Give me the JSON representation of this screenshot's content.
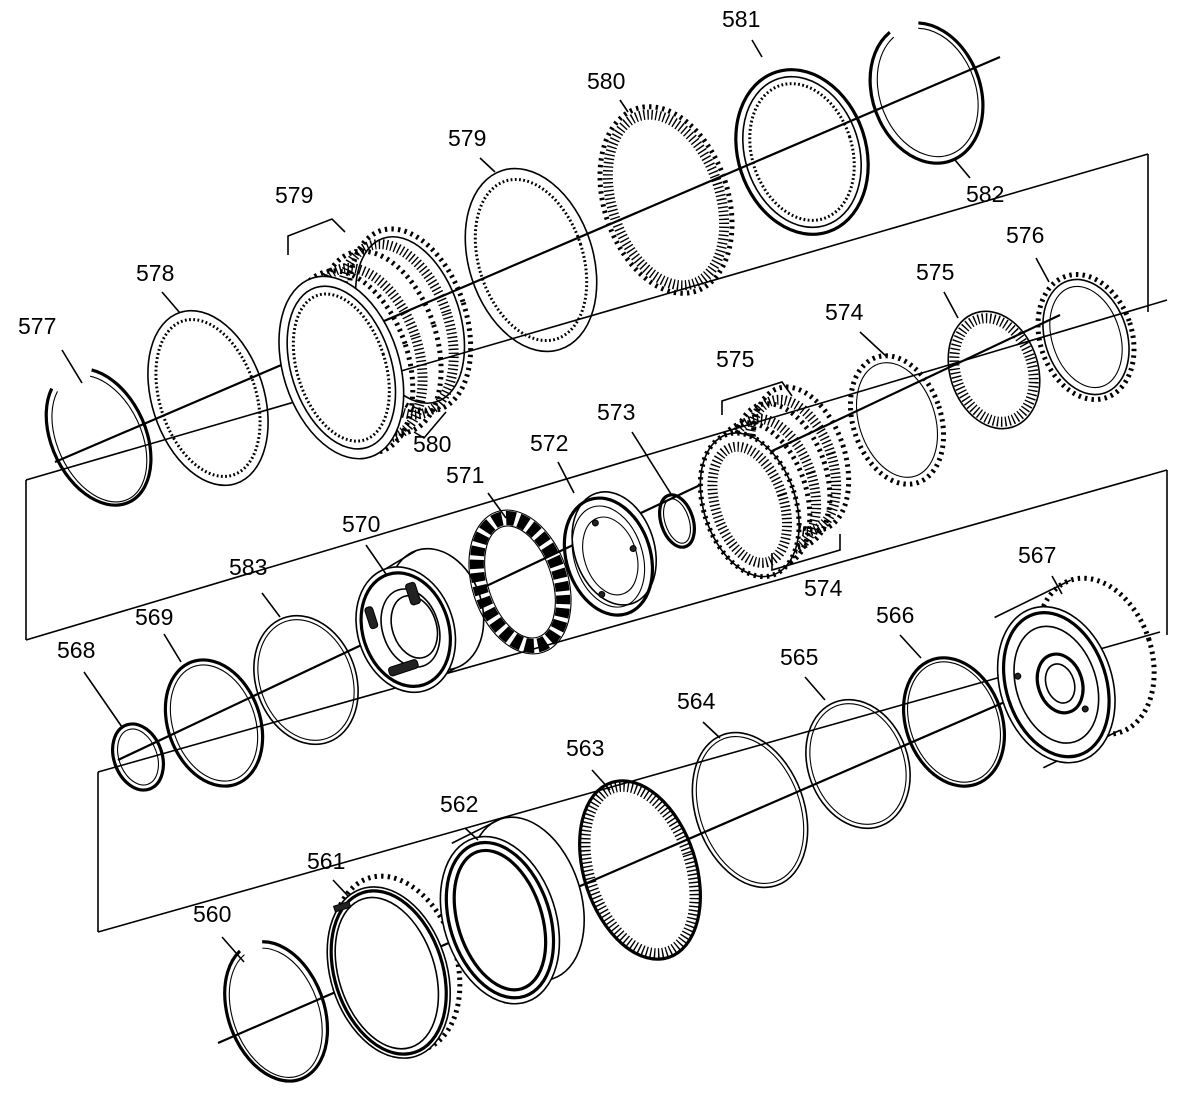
{
  "callouts": [
    {
      "id": "560",
      "label": "560"
    },
    {
      "id": "561",
      "label": "561"
    },
    {
      "id": "562",
      "label": "562"
    },
    {
      "id": "563",
      "label": "563"
    },
    {
      "id": "564",
      "label": "564"
    },
    {
      "id": "565",
      "label": "565"
    },
    {
      "id": "566",
      "label": "566"
    },
    {
      "id": "567",
      "label": "567"
    },
    {
      "id": "568",
      "label": "568"
    },
    {
      "id": "569",
      "label": "569"
    },
    {
      "id": "570",
      "label": "570"
    },
    {
      "id": "571",
      "label": "571"
    },
    {
      "id": "572",
      "label": "572"
    },
    {
      "id": "573",
      "label": "573"
    },
    {
      "id": "574a",
      "label": "574"
    },
    {
      "id": "574b",
      "label": "574"
    },
    {
      "id": "575a",
      "label": "575"
    },
    {
      "id": "575b",
      "label": "575"
    },
    {
      "id": "576",
      "label": "576"
    },
    {
      "id": "577",
      "label": "577"
    },
    {
      "id": "578",
      "label": "578"
    },
    {
      "id": "579a",
      "label": "579"
    },
    {
      "id": "579b",
      "label": "579"
    },
    {
      "id": "580a",
      "label": "580"
    },
    {
      "id": "580b",
      "label": "580"
    },
    {
      "id": "581",
      "label": "581"
    },
    {
      "id": "582",
      "label": "582"
    },
    {
      "id": "583",
      "label": "583"
    }
  ]
}
